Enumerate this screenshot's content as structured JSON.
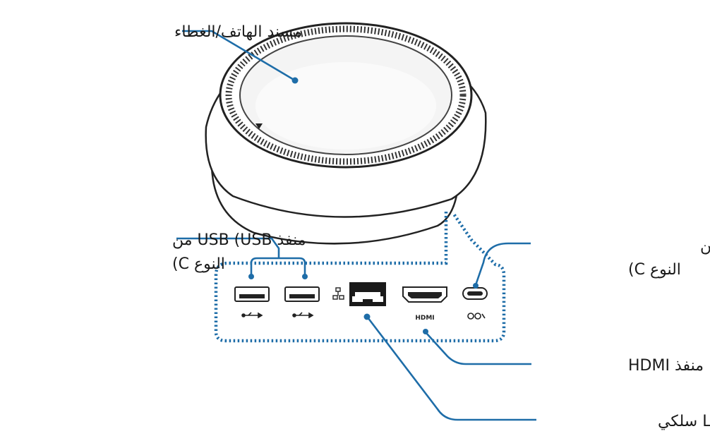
{
  "labels": {
    "phone_stand": "مسند الهاتف/الغطاء",
    "usb_ports_line1": "منفذ USB (USB من",
    "usb_ports_line2": "النوع C)",
    "charger_port_line1": "منفذ الشاحن (USB من",
    "charger_port_line2": "النوع C)",
    "hdmi_port": "منفذ HDMI",
    "lan_port": "منفذ LAN سلكي"
  },
  "port_marks": {
    "hdmi_mark": "HDMI"
  },
  "colors": {
    "leader": "#1e6da8",
    "outline": "#222222",
    "ring": "#333333"
  },
  "icons": [
    "usb-symbol-icon",
    "network-icon",
    "power-symbol-icon",
    "triangle-marker-icon"
  ]
}
